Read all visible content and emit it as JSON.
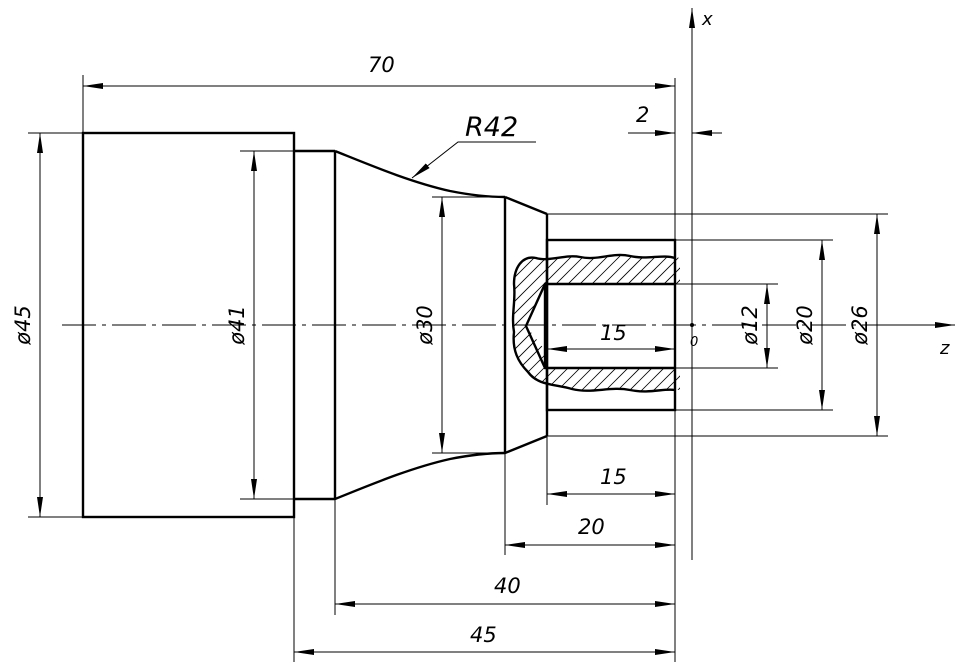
{
  "drawing": {
    "axes": {
      "x_label": "x",
      "z_label": "z",
      "origin_label": "0"
    },
    "radius_label": "R42",
    "diameters": {
      "d45": "ø45",
      "d41": "ø41",
      "d30": "ø30",
      "d12": "ø12",
      "d20": "ø20",
      "d26": "ø26"
    },
    "lengths": {
      "l70": "70",
      "l2": "2",
      "l15_inner": "15",
      "l15": "15",
      "l20": "20",
      "l40": "40",
      "l45": "45"
    }
  }
}
